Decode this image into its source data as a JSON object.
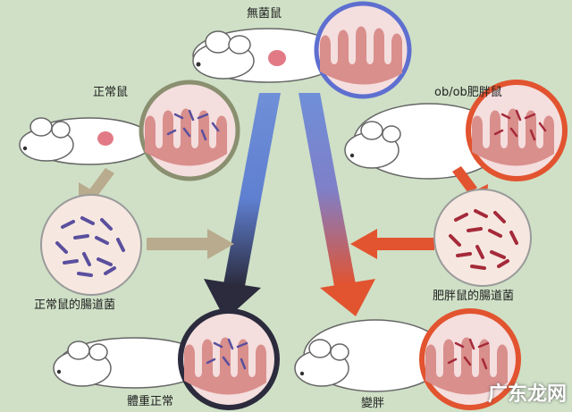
{
  "labels": {
    "germ_free_mouse": "無菌鼠",
    "normal_mouse": "正常鼠",
    "obese_mouse": "ob/ob肥胖鼠",
    "normal_gut_bacteria": "正常鼠的腸道菌",
    "obese_gut_bacteria": "肥胖鼠的腸道菌",
    "normal_weight": "體重正常",
    "become_fat": "變胖"
  },
  "watermark": "广东龙网",
  "colors": {
    "background": "#cfe0c6",
    "blue_arrow": "#6f8fd8",
    "red_arrow": "#e2532f",
    "tan_arrow": "#b9ab8e",
    "dark_arrow": "#2b2b3d",
    "villi_pink": "#d98f8c",
    "healthy_bacteria": "#5a4f9e",
    "obese_bacteria": "#a52a3a"
  }
}
